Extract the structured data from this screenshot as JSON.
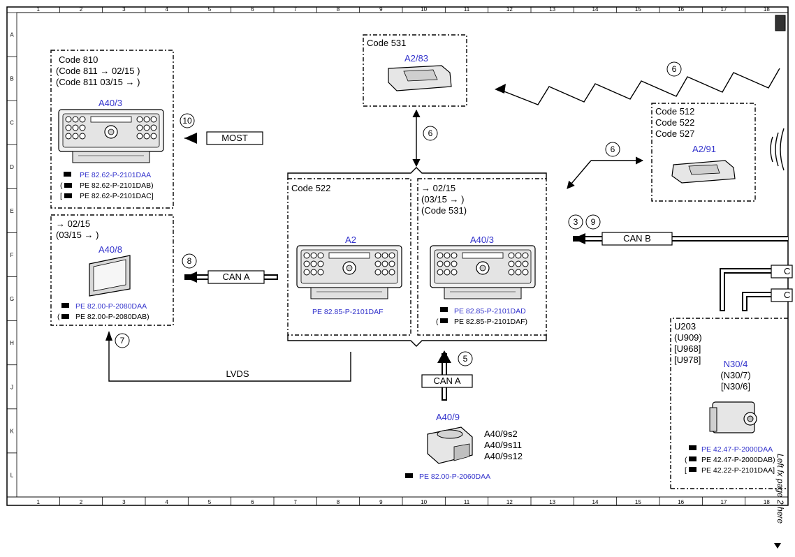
{
  "grid": {
    "cols": [
      "1",
      "2",
      "3",
      "4",
      "5",
      "6",
      "7",
      "8",
      "9",
      "10",
      "11",
      "12",
      "13",
      "14",
      "15",
      "16",
      "17",
      "18"
    ],
    "rows": [
      "A",
      "B",
      "C",
      "D",
      "E",
      "F",
      "G",
      "H",
      "J",
      "K",
      "L"
    ]
  },
  "side_note": "Left fx page 2 here",
  "modules": {
    "a40_3_left": {
      "codes": [
        "Code 810",
        "(Code 811 → 02/15 )",
        "(Code 811 03/15 → )"
      ],
      "id": "A40/3",
      "refs": [
        "PE 82.62-P-2101DAA",
        "PE 82.62-P-2101DAB)",
        "PE 82.62-P-2101DAC]"
      ],
      "ref_prefixes": [
        "",
        "(",
        "["
      ]
    },
    "a40_8": {
      "codes": [
        "→ 02/15",
        "(03/15 → )"
      ],
      "id": "A40/8",
      "refs": [
        "PE 82.00-P-2080DAA",
        "PE 82.00-P-2080DAB)"
      ],
      "ref_prefixes": [
        "",
        "("
      ]
    },
    "a2_83": {
      "codes": [
        "Code 531"
      ],
      "id": "A2/83"
    },
    "a2": {
      "codes": [
        "Code 522"
      ],
      "id": "A2",
      "refs": [
        "PE 82.85-P-2101DAF"
      ]
    },
    "a40_3_center": {
      "codes": [
        "→ 02/15",
        "(03/15 → )",
        "(Code 531)"
      ],
      "id": "A40/3",
      "refs": [
        "PE 82.85-P-2101DAD",
        "PE 82.85-P-2101DAF)"
      ],
      "ref_prefixes": [
        "",
        "("
      ]
    },
    "a2_91": {
      "codes": [
        "Code 512",
        "Code 522",
        "Code 527"
      ],
      "id": "A2/91"
    },
    "a40_9": {
      "id": "A40/9",
      "subs": [
        "A40/9s2",
        "A40/9s11",
        "A40/9s12"
      ],
      "refs": [
        "PE 82.00-P-2060DAA"
      ]
    },
    "n30_4": {
      "codes": [
        "U203",
        "(U909)",
        "[U968]",
        "[U978]"
      ],
      "id": "N30/4",
      "alt_ids": [
        "(N30/7)",
        "[N30/6]"
      ],
      "refs": [
        "PE 42.47-P-2000DAA",
        "PE 42.47-P-2000DAB)",
        "PE 42.22-P-2101DAA]"
      ],
      "ref_prefixes": [
        "",
        "(",
        "["
      ]
    }
  },
  "buses": {
    "most": "MOST",
    "can_a_left": "CAN A",
    "can_a_bottom": "CAN A",
    "can_b": "CAN B",
    "lvds": "LVDS",
    "can_c1": "C",
    "can_c2": "C"
  },
  "callouts": {
    "n3": "3",
    "n5": "5",
    "n6a": "6",
    "n6b": "6",
    "n6c": "6",
    "n7": "7",
    "n8": "8",
    "n9": "9",
    "n10": "10"
  },
  "colors": {
    "ident_blue": "#3333cc",
    "line": "#000000"
  }
}
